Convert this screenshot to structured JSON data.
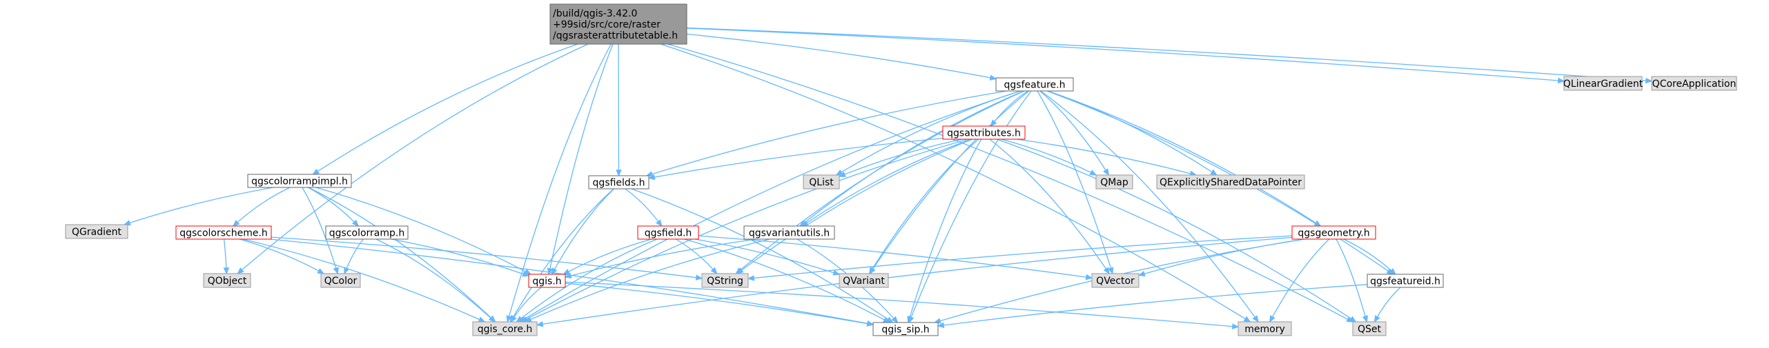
{
  "colors": {
    "edge": "#63b8ff",
    "root_fill": "#999999",
    "root_border": "#666666",
    "normal_fill": "#ffffff",
    "normal_border": "#666666",
    "external_fill": "#e0e0e0",
    "external_border": "#999999",
    "red_border": "#ff0000"
  },
  "nodes": [
    {
      "id": "root",
      "kind": "root",
      "lines": [
        "/build/qgis-3.42.0",
        "+99sid/src/core/raster",
        "/qgsrasterattributetable.h"
      ]
    },
    {
      "id": "qgsfeature",
      "kind": "normal",
      "lines": [
        "qgsfeature.h"
      ]
    },
    {
      "id": "qlineargradient",
      "kind": "external",
      "lines": [
        "QLinearGradient"
      ]
    },
    {
      "id": "qcoreapplication",
      "kind": "external",
      "lines": [
        "QCoreApplication"
      ]
    },
    {
      "id": "qgsattributes",
      "kind": "red",
      "lines": [
        "qgsattributes.h"
      ]
    },
    {
      "id": "qgscolorrampimpl",
      "kind": "normal",
      "lines": [
        "qgscolorrampimpl.h"
      ]
    },
    {
      "id": "qgsfields",
      "kind": "normal",
      "lines": [
        "qgsfields.h"
      ]
    },
    {
      "id": "qlist",
      "kind": "external",
      "lines": [
        "QList"
      ]
    },
    {
      "id": "qmap",
      "kind": "external",
      "lines": [
        "QMap"
      ]
    },
    {
      "id": "qexplicit",
      "kind": "external",
      "lines": [
        "QExplicitlySharedDataPointer"
      ]
    },
    {
      "id": "qgradient",
      "kind": "external",
      "lines": [
        "QGradient"
      ]
    },
    {
      "id": "qgscolorscheme",
      "kind": "red",
      "lines": [
        "qgscolorscheme.h"
      ]
    },
    {
      "id": "qgscolorramp",
      "kind": "normal",
      "lines": [
        "qgscolorramp.h"
      ]
    },
    {
      "id": "qgsfield",
      "kind": "red",
      "lines": [
        "qgsfield.h"
      ]
    },
    {
      "id": "qgsvariantutils",
      "kind": "normal",
      "lines": [
        "qgsvariantutils.h"
      ]
    },
    {
      "id": "qgsgeometry",
      "kind": "red",
      "lines": [
        "qgsgeometry.h"
      ]
    },
    {
      "id": "qobject",
      "kind": "external",
      "lines": [
        "QObject"
      ]
    },
    {
      "id": "qcolor",
      "kind": "external",
      "lines": [
        "QColor"
      ]
    },
    {
      "id": "qgis",
      "kind": "red",
      "lines": [
        "qgis.h"
      ]
    },
    {
      "id": "qstring",
      "kind": "external",
      "lines": [
        "QString"
      ]
    },
    {
      "id": "qvariant",
      "kind": "external",
      "lines": [
        "QVariant"
      ]
    },
    {
      "id": "qvector",
      "kind": "external",
      "lines": [
        "QVector"
      ]
    },
    {
      "id": "qgsfeatureid",
      "kind": "normal",
      "lines": [
        "qgsfeatureid.h"
      ]
    },
    {
      "id": "qgis_core",
      "kind": "external",
      "lines": [
        "qgis_core.h"
      ]
    },
    {
      "id": "qgis_sip",
      "kind": "normal",
      "lines": [
        "qgis_sip.h"
      ]
    },
    {
      "id": "memory",
      "kind": "external",
      "lines": [
        "memory"
      ]
    },
    {
      "id": "qset",
      "kind": "external",
      "lines": [
        "QSet"
      ]
    }
  ],
  "edges": [
    [
      "root",
      "qgsfeature"
    ],
    [
      "root",
      "qlineargradient"
    ],
    [
      "root",
      "qcoreapplication"
    ],
    [
      "root",
      "qgscolorrampimpl"
    ],
    [
      "root",
      "qgsfields"
    ],
    [
      "root",
      "qgis"
    ],
    [
      "root",
      "qobject"
    ],
    [
      "root",
      "qgis_core"
    ],
    [
      "root",
      "memory"
    ],
    [
      "root",
      "qset"
    ],
    [
      "qgsfeature",
      "qgsattributes"
    ],
    [
      "qgsfeature",
      "qgsfields"
    ],
    [
      "qgsfeature",
      "qlist"
    ],
    [
      "qgsfeature",
      "qmap"
    ],
    [
      "qgsfeature",
      "qexplicit"
    ],
    [
      "qgsfeature",
      "qgsvariantutils"
    ],
    [
      "qgsfeature",
      "qgsgeometry"
    ],
    [
      "qgsfeature",
      "qstring"
    ],
    [
      "qgsfeature",
      "qvariant"
    ],
    [
      "qgsfeature",
      "qvector"
    ],
    [
      "qgsfeature",
      "qgsfeatureid"
    ],
    [
      "qgsfeature",
      "qgis_core"
    ],
    [
      "qgsfeature",
      "qgis_sip"
    ],
    [
      "qgsfeature",
      "memory"
    ],
    [
      "qgsattributes",
      "qgsfields"
    ],
    [
      "qgsattributes",
      "qlist"
    ],
    [
      "qgsattributes",
      "qmap"
    ],
    [
      "qgsattributes",
      "qexplicit"
    ],
    [
      "qgsattributes",
      "qgsvariantutils"
    ],
    [
      "qgsattributes",
      "qstring"
    ],
    [
      "qgsattributes",
      "qvariant"
    ],
    [
      "qgsattributes",
      "qvector"
    ],
    [
      "qgsattributes",
      "qgis_core"
    ],
    [
      "qgsattributes",
      "qgis_sip"
    ],
    [
      "qgsattributes",
      "qset"
    ],
    [
      "qgscolorrampimpl",
      "qgradient"
    ],
    [
      "qgscolorrampimpl",
      "qgscolorscheme"
    ],
    [
      "qgscolorrampimpl",
      "qgscolorramp"
    ],
    [
      "qgscolorrampimpl",
      "qcolor"
    ],
    [
      "qgscolorrampimpl",
      "qgis"
    ],
    [
      "qgscolorrampimpl",
      "qgis_core"
    ],
    [
      "qgsfields",
      "qgsfield"
    ],
    [
      "qgsfields",
      "qgis"
    ],
    [
      "qgsfields",
      "qgis_core"
    ],
    [
      "qgsfields",
      "qgis_sip"
    ],
    [
      "qgscolorscheme",
      "qobject"
    ],
    [
      "qgscolorscheme",
      "qcolor"
    ],
    [
      "qgscolorscheme",
      "qstring"
    ],
    [
      "qgscolorscheme",
      "qgis_core"
    ],
    [
      "qgscolorscheme",
      "qgis_sip"
    ],
    [
      "qgscolorramp",
      "qcolor"
    ],
    [
      "qgscolorramp",
      "qgis"
    ],
    [
      "qgscolorramp",
      "qgis_core"
    ],
    [
      "qgsfield",
      "qgis"
    ],
    [
      "qgsfield",
      "qstring"
    ],
    [
      "qgsfield",
      "qvariant"
    ],
    [
      "qgsfield",
      "qvector"
    ],
    [
      "qgsfield",
      "qgis_core"
    ],
    [
      "qgsfield",
      "qgis_sip"
    ],
    [
      "qgsvariantutils",
      "qgis"
    ],
    [
      "qgsvariantutils",
      "qgis_core"
    ],
    [
      "qgsvariantutils",
      "qgis_sip"
    ],
    [
      "qgsgeometry",
      "qstring"
    ],
    [
      "qgsgeometry",
      "qvector"
    ],
    [
      "qgsgeometry",
      "qgsfeatureid"
    ],
    [
      "qgsgeometry",
      "qgis_core"
    ],
    [
      "qgsgeometry",
      "qgis_sip"
    ],
    [
      "qgsgeometry",
      "memory"
    ],
    [
      "qgsgeometry",
      "qset"
    ],
    [
      "qgis",
      "qgis_core"
    ],
    [
      "qgis",
      "qgis_sip"
    ],
    [
      "qgis",
      "memory"
    ],
    [
      "qgsfeatureid",
      "qgis_sip"
    ],
    [
      "qgsfeatureid",
      "qset"
    ]
  ]
}
